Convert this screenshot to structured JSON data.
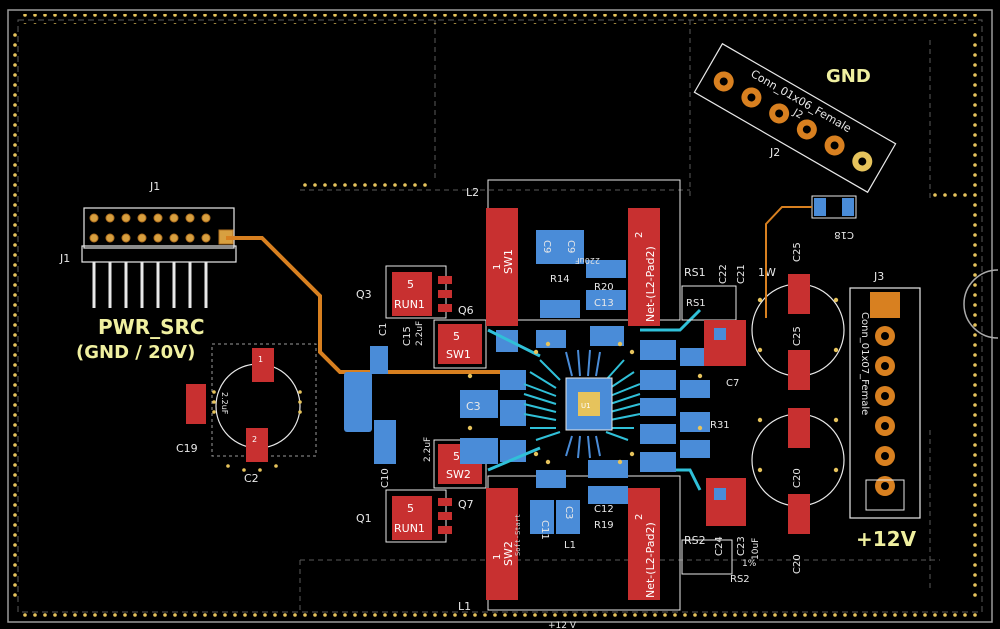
{
  "colors": {
    "background": "#000000",
    "edge_cuts": "#d8d868",
    "f_cu": "#c83030",
    "b_cu": "#4a8cd8",
    "copper_orange": "#d88020",
    "silkscreen": "#e8e8e8",
    "courtyard": "#b0b0b0",
    "via": "#e6c35c",
    "trace_cyan": "#30c0d8"
  },
  "labels": {
    "pwr_src_line1": "PWR_SRC",
    "pwr_src_line2": "(GND / 20V)",
    "gnd": "GND",
    "plus12v": "+12V",
    "j1_top": "J1",
    "j1_left": "J1",
    "j2": "J2",
    "j2_conn": "Conn_01x06_Female",
    "j2_pad": "J2",
    "j3": "J3",
    "j3_conn": "Conn_01x07_Female",
    "l1": "L1",
    "l2": "L2",
    "q1": "Q1",
    "q3": "Q3",
    "q6": "Q6",
    "q7": "Q7",
    "c1": "C1",
    "c2": "C2",
    "c3": "C3",
    "c7": "C7",
    "c9": "C9",
    "c10": "C10",
    "c11": "C11",
    "c12": "C12",
    "c13": "C13",
    "c15": "C15",
    "c18": "C18",
    "c19": "C19",
    "c20": "C20",
    "c21": "C21",
    "c22": "C22",
    "c23": "C23",
    "c24": "C24",
    "c25": "C25",
    "r14": "R14",
    "r19": "R19",
    "r20": "R20",
    "r31": "R31",
    "rs1": "RS1",
    "rs2": "RS2",
    "val_22uf": "2.2uF",
    "val_10uf": "10uF",
    "val_1w": "1W",
    "val_220uf": "220uF",
    "val_1pct": "1%",
    "sw1": "SW1",
    "sw2": "SW2",
    "run1": "RUN1",
    "net_l2_pad2": "Net-(L2-Pad2)",
    "pad1": "1",
    "pad2": "2",
    "pad5": "5",
    "u_ic": "U1",
    "soft_start": "Soft-Start",
    "bottom_text": "+12 V"
  }
}
